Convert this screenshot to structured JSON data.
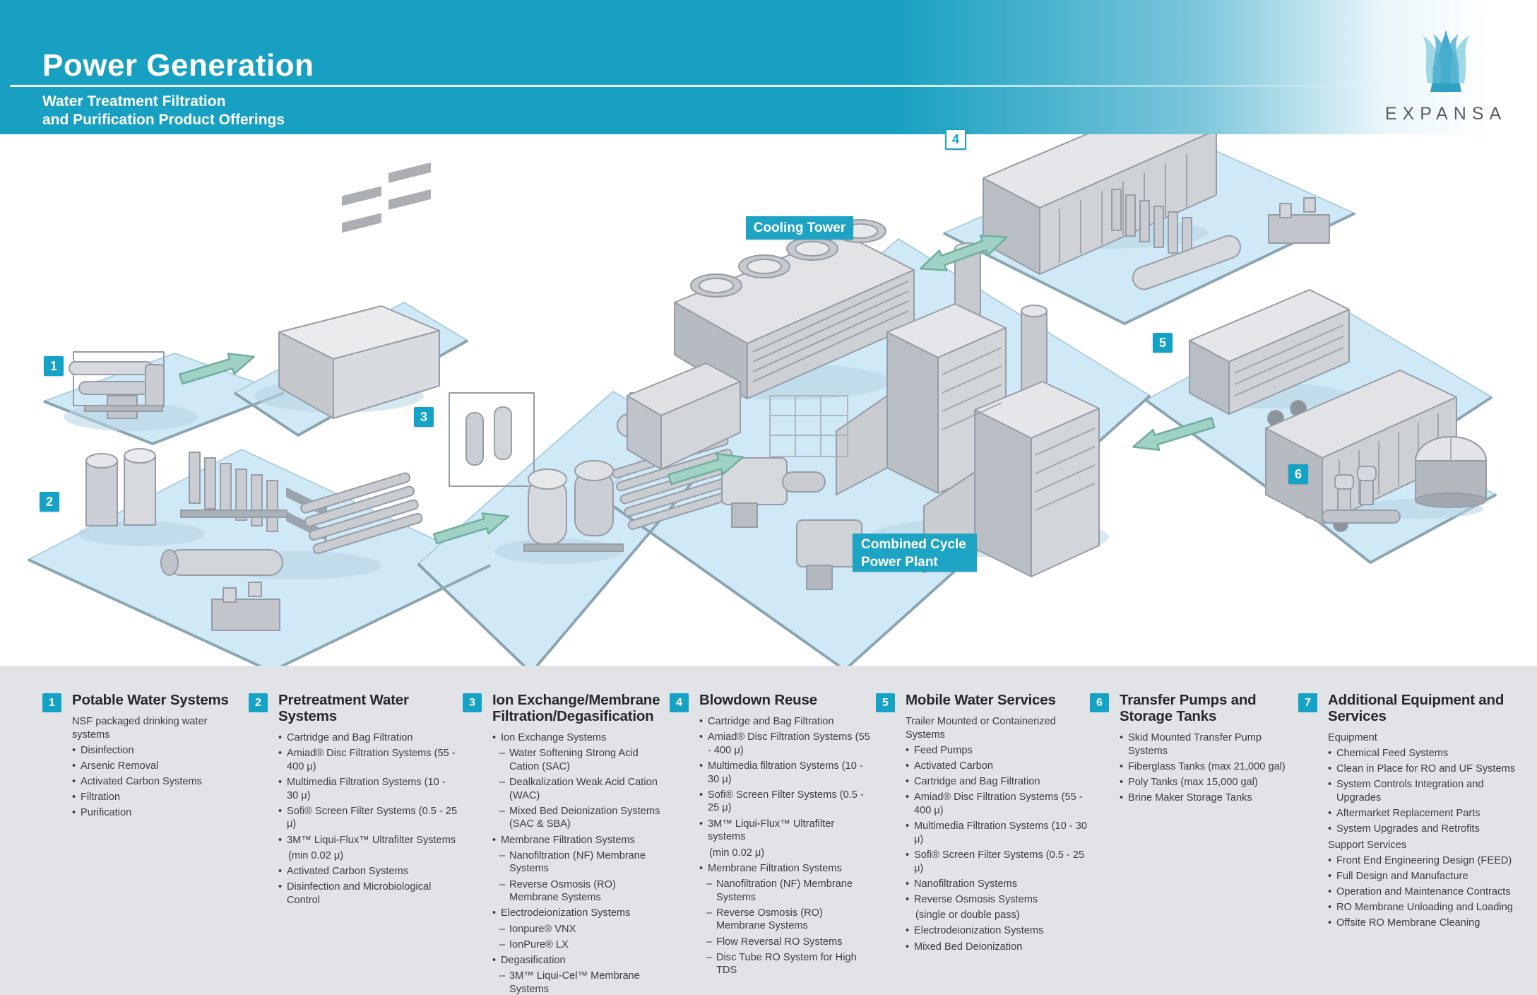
{
  "header": {
    "title": "Power Generation",
    "subtitle": [
      "Water Treatment Filtration",
      "and Purification Product Offerings"
    ],
    "brand": "EXPANSA"
  },
  "diagram": {
    "cooling_tower_label": "Cooling Tower",
    "power_plant_label": [
      "Combined Cycle",
      "Power Plant"
    ],
    "markers": [
      {
        "n": "1",
        "variant": "solid"
      },
      {
        "n": "2",
        "variant": "solid"
      },
      {
        "n": "3",
        "variant": "solid"
      },
      {
        "n": "4",
        "variant": "light"
      },
      {
        "n": "5",
        "variant": "solid"
      },
      {
        "n": "6",
        "variant": "solid"
      }
    ]
  },
  "legend": {
    "sections": [
      {
        "num": "1",
        "title": "Potable Water Systems",
        "items": [
          {
            "t": "NSF packaged drinking water systems",
            "s": "p"
          },
          {
            "t": "Disinfection",
            "s": "b"
          },
          {
            "t": "Arsenic Removal",
            "s": "b"
          },
          {
            "t": "Activated Carbon Systems",
            "s": "b"
          },
          {
            "t": "Filtration",
            "s": "b"
          },
          {
            "t": "Purification",
            "s": "b"
          }
        ]
      },
      {
        "num": "2",
        "title": "Pretreatment Water Systems",
        "items": [
          {
            "t": "Cartridge and Bag Filtration",
            "s": "b"
          },
          {
            "t": "Amiad® Disc Filtration Systems (55 - 400 μ)",
            "s": "b"
          },
          {
            "t": "Multimedia Filtration Systems (10 - 30 μ)",
            "s": "b"
          },
          {
            "t": "Sofi® Screen Filter Systems (0.5 - 25 μ)",
            "s": "b"
          },
          {
            "t": "3M™ Liqui-Flux™ Ultrafilter Systems",
            "s": "b"
          },
          {
            "t": "(min 0.02 μ)",
            "s": "c"
          },
          {
            "t": "Activated Carbon Systems",
            "s": "b"
          },
          {
            "t": "Disinfection and Microbiological Control",
            "s": "b"
          }
        ]
      },
      {
        "num": "3",
        "title": "Ion Exchange/Membrane Filtration/Degasification",
        "items": [
          {
            "t": "Ion Exchange Systems",
            "s": "b"
          },
          {
            "t": "Water Softening Strong Acid Cation (SAC)",
            "s": "d"
          },
          {
            "t": "Dealkalization Weak Acid Cation (WAC)",
            "s": "d"
          },
          {
            "t": "Mixed Bed Deionization Systems (SAC & SBA)",
            "s": "d"
          },
          {
            "t": "Membrane Filtration Systems",
            "s": "b"
          },
          {
            "t": "Nanofiltration (NF) Membrane Systems",
            "s": "d"
          },
          {
            "t": "Reverse Osmosis (RO) Membrane Systems",
            "s": "d"
          },
          {
            "t": "Electrodeionization Systems",
            "s": "b"
          },
          {
            "t": "Ionpure® VNX",
            "s": "d"
          },
          {
            "t": "IonPure® LX",
            "s": "d"
          },
          {
            "t": "Degasification",
            "s": "b"
          },
          {
            "t": "3M™ Liqui-Cel™  Membrane Systems",
            "s": "d"
          }
        ]
      },
      {
        "num": "4",
        "title": "Blowdown Reuse",
        "items": [
          {
            "t": "Cartridge and Bag Filtration",
            "s": "b"
          },
          {
            "t": "Amiad® Disc Filtration Systems (55 - 400 μ)",
            "s": "b"
          },
          {
            "t": "Multimedia filtration Systems (10 - 30 μ)",
            "s": "b"
          },
          {
            "t": "Sofi® Screen Filter Systems (0.5 - 25 μ)",
            "s": "b"
          },
          {
            "t": "3M™ Liqui-Flux™ Ultrafilter systems",
            "s": "b"
          },
          {
            "t": "(min 0.02 μ)",
            "s": "c"
          },
          {
            "t": "Membrane Filtration Systems",
            "s": "b"
          },
          {
            "t": "Nanofiltration (NF) Membrane Systems",
            "s": "d"
          },
          {
            "t": "Reverse Osmosis (RO) Membrane Systems",
            "s": "d"
          },
          {
            "t": "Flow Reversal RO Systems",
            "s": "d"
          },
          {
            "t": "Disc Tube RO System for High TDS",
            "s": "d"
          }
        ]
      },
      {
        "num": "5",
        "title": "Mobile Water Services",
        "items": [
          {
            "t": "Trailer Mounted or Containerized Systems",
            "s": "p"
          },
          {
            "t": "Feed Pumps",
            "s": "b"
          },
          {
            "t": "Activated Carbon",
            "s": "b"
          },
          {
            "t": "Cartridge and Bag Filtration",
            "s": "b"
          },
          {
            "t": "Amiad® Disc Filtration Systems (55 - 400 μ)",
            "s": "b"
          },
          {
            "t": "Multimedia Filtration Systems (10 - 30 μ)",
            "s": "b"
          },
          {
            "t": "Sofi® Screen Filter Systems (0.5 - 25 μ)",
            "s": "b"
          },
          {
            "t": "Nanofiltration Systems",
            "s": "b"
          },
          {
            "t": "Reverse Osmosis Systems",
            "s": "b"
          },
          {
            "t": "(single or double pass)",
            "s": "c"
          },
          {
            "t": "Electrodeionization Systems",
            "s": "b"
          },
          {
            "t": "Mixed Bed Deionization",
            "s": "b"
          }
        ]
      },
      {
        "num": "6",
        "title": "Transfer Pumps and Storage Tanks",
        "items": [
          {
            "t": "Skid Mounted Transfer Pump Systems",
            "s": "b"
          },
          {
            "t": "Fiberglass Tanks (max 21,000 gal)",
            "s": "b"
          },
          {
            "t": "Poly Tanks (max 15,000 gal)",
            "s": "b"
          },
          {
            "t": "Brine Maker Storage Tanks",
            "s": "b"
          }
        ]
      },
      {
        "num": "7",
        "title": "Additional Equipment and Services",
        "items": [
          {
            "t": "Equipment",
            "s": "p"
          },
          {
            "t": "Chemical Feed Systems",
            "s": "b"
          },
          {
            "t": "Clean in Place for RO and UF Systems",
            "s": "b"
          },
          {
            "t": "System Controls Integration and Upgrades",
            "s": "b"
          },
          {
            "t": "Aftermarket Replacement Parts",
            "s": "b"
          },
          {
            "t": "System Upgrades and Retrofits",
            "s": "b"
          },
          {
            "t": "Support Services",
            "s": "p"
          },
          {
            "t": "Front End Engineering Design (FEED)",
            "s": "b"
          },
          {
            "t": "Full Design and Manufacture",
            "s": "b"
          },
          {
            "t": "Operation and Maintenance Contracts",
            "s": "b"
          },
          {
            "t": "RO Membrane Unloading and Loading",
            "s": "b"
          },
          {
            "t": "Offsite RO Membrane Cleaning",
            "s": "b"
          }
        ]
      }
    ]
  },
  "colors": {
    "accent_teal": "#17a0c1",
    "marker_teal": "#14a3c7",
    "legend_background": "#e2e3e6",
    "platform_blue": "#cfe9f7",
    "arrow_green": "#9fd1c5",
    "brand_gray": "#585d61"
  }
}
